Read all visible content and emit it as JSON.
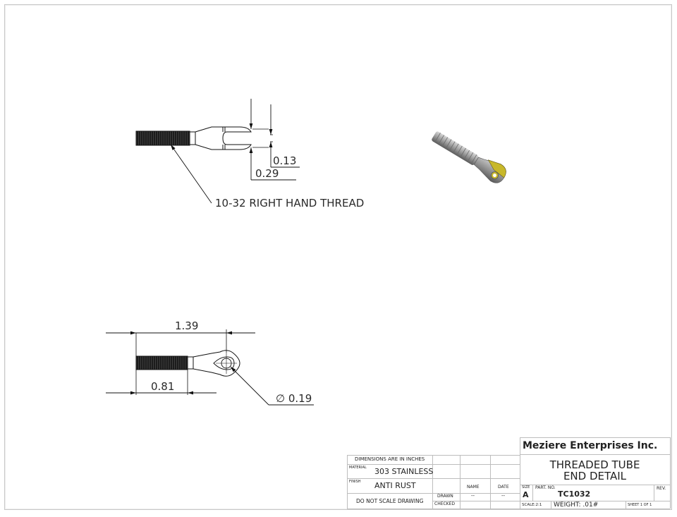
{
  "drawing": {
    "top_view": {
      "thread_note": "10-32 RIGHT HAND THREAD",
      "dim_slot_width": "0.13",
      "dim_jaw_width": "0.29"
    },
    "front_view": {
      "dim_overall_length": "1.39",
      "dim_thread_length": "0.81",
      "dim_hole_diameter": "∅ 0.19"
    },
    "isometric_view": {
      "label": "isometric-3d-view",
      "colors": {
        "body": "#a8a8a8",
        "accent": "#c8b82a"
      }
    }
  },
  "title_block": {
    "company": "Meziere Enterprises Inc.",
    "title_line1": "THREADED TUBE",
    "title_line2": "END DETAIL",
    "dimensions_note": "DIMENSIONS ARE IN INCHES",
    "material_label": "MATERIAL",
    "material_value": "303 STAINLESS",
    "finish_label": "FINISH",
    "finish_value": "ANTI RUST",
    "scale_note": "DO NOT SCALE DRAWING",
    "col_name": "NAME",
    "col_date": "DATE",
    "row_drawn": "DRAWN",
    "row_checked": "CHECKED",
    "drawn_name": "--",
    "drawn_date": "--",
    "size_label": "SIZE",
    "size_value": "A",
    "part_no_label": "PART. NO.",
    "part_no_value": "TC1032",
    "rev_label": "REV.",
    "scale": "SCALE:2:1",
    "weight": "WEIGHT: .01#",
    "sheet": "SHEET 1 OF 1"
  }
}
